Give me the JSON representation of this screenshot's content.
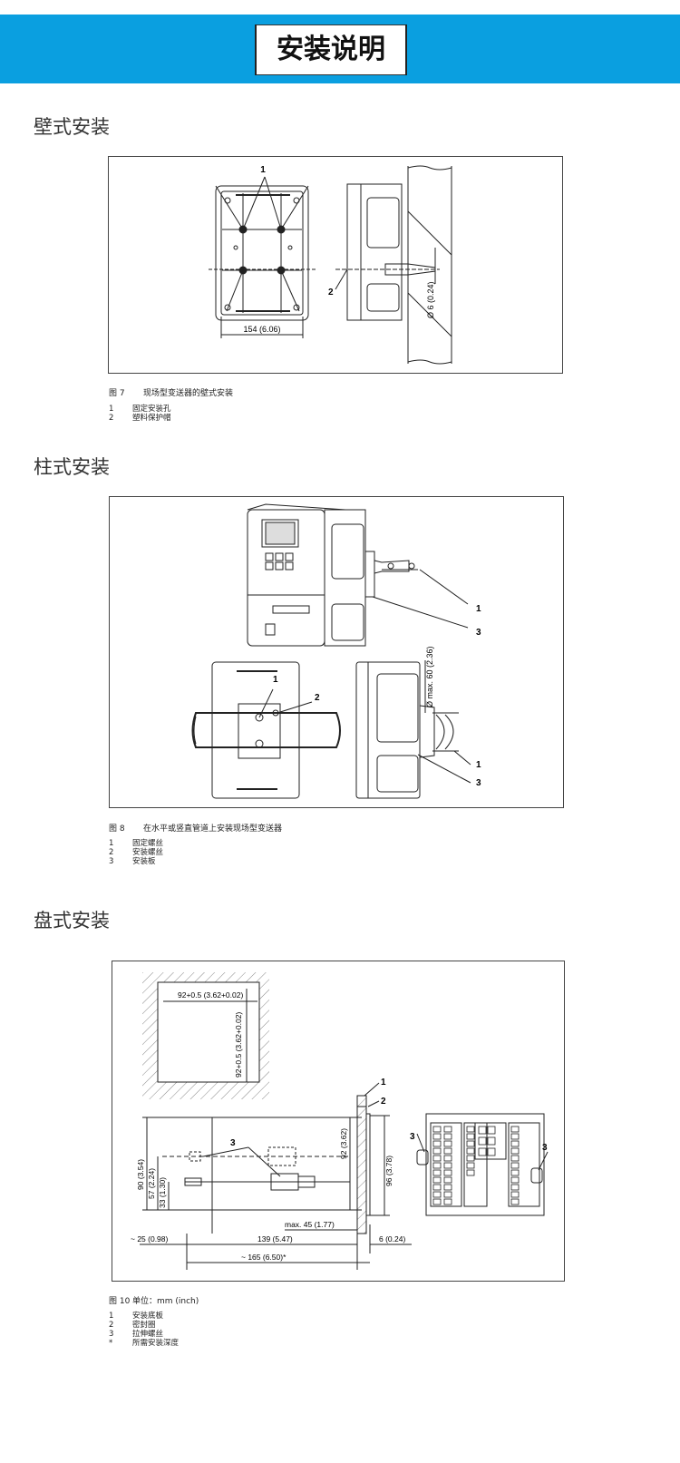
{
  "header": {
    "title": "安装说明"
  },
  "sections": [
    {
      "title": "壁式安装",
      "figure": {
        "number": "图 7",
        "caption": "现场型变送器的壁式安装",
        "callouts": {
          "c1": "1",
          "c2": "2"
        },
        "dims": {
          "width": "154 (6.06)",
          "dia": "Ø 6 (0.24)"
        }
      },
      "legend": [
        {
          "k": "1",
          "v": "固定安装孔"
        },
        {
          "k": "2",
          "v": "塑料保护帽"
        }
      ]
    },
    {
      "title": "柱式安装",
      "figure": {
        "number": "图 8",
        "caption": "在水平或竖直管道上安装现场型变送器",
        "callouts": {
          "c1": "1",
          "c2": "2",
          "c3": "3"
        },
        "dims": {
          "pipe": "Ø max. 60 (2.36)"
        }
      },
      "legend": [
        {
          "k": "1",
          "v": "固定螺丝"
        },
        {
          "k": "2",
          "v": "安装螺丝"
        },
        {
          "k": "3",
          "v": "安装板"
        }
      ]
    },
    {
      "title": "盘式安装",
      "figure": {
        "number": "图 10",
        "caption": "单位：mm (inch)",
        "callouts": {
          "c1": "1",
          "c2": "2",
          "c3": "3"
        },
        "dims": {
          "cut_w": "92+0.5 (3.62+0.02)",
          "cut_h": "92+0.5 (3.62+0.02)",
          "h90": "90 (3.54)",
          "h57": "57 (2.24)",
          "h33": "33 (1.30)",
          "h92": "92 (3.62)",
          "h96": "96 (3.78)",
          "max45": "max. 45 (1.77)",
          "d25": "~ 25 (0.98)",
          "d139": "139 (5.47)",
          "d6": "6 (0.24)",
          "d165": "~ 165 (6.50)*"
        }
      },
      "legend": [
        {
          "k": "1",
          "v": "安装底板"
        },
        {
          "k": "2",
          "v": "密封圈"
        },
        {
          "k": "3",
          "v": "拉伸螺丝"
        },
        {
          "k": "*",
          "v": "所需安装深度"
        }
      ]
    }
  ]
}
